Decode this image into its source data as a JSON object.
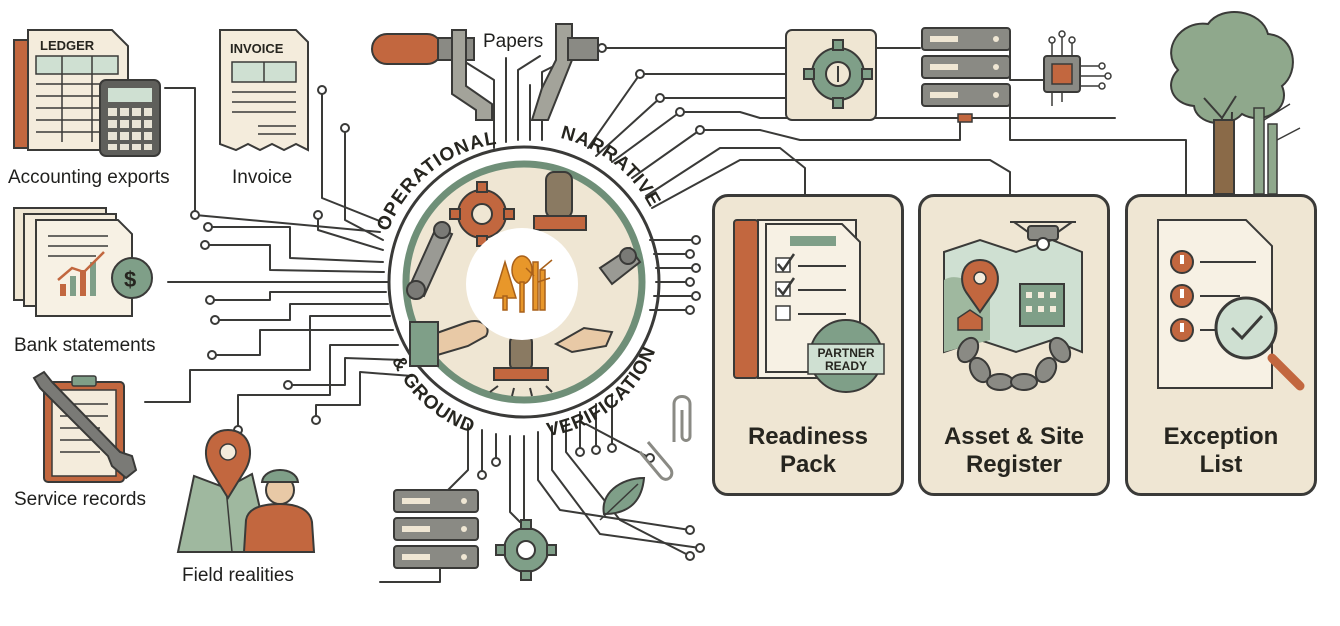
{
  "sources": [
    {
      "label": "Accounting exports",
      "icon": "ledger-calculator-icon",
      "doc_text": "LEDGER"
    },
    {
      "label": "Invoice",
      "icon": "invoice-icon",
      "doc_text": "INVOICE"
    },
    {
      "label": "Bank statements",
      "icon": "bank-statement-icon"
    },
    {
      "label": "Service records",
      "icon": "wrench-clipboard-icon"
    },
    {
      "label": "Field realities",
      "icon": "map-pin-worker-icon"
    }
  ],
  "papers_label": "Papers",
  "hub": {
    "arc_top_left": "OPERATIONAL",
    "arc_top_right": "NARRATIVE",
    "arc_bottom_left": "& GROUND",
    "arc_bottom_right": "VERIFICATION",
    "center_icon": "tree-logo-icon"
  },
  "outputs": [
    {
      "title_line1": "Readiness",
      "title_line2": "Pack",
      "icon": "binder-checklist-icon",
      "badge_line1": "PARTNER",
      "badge_line2": "READY"
    },
    {
      "title_line1": "Asset & Site",
      "title_line2": "Register",
      "icon": "map-drone-chain-icon"
    },
    {
      "title_line1": "Exception",
      "title_line2": "List",
      "icon": "document-magnifier-icon"
    }
  ],
  "colors": {
    "terracotta": "#c2673f",
    "sage": "#7f9f88",
    "cream": "#efe6d3",
    "ink": "#3a3a38",
    "logo_orange": "#e8972a"
  }
}
